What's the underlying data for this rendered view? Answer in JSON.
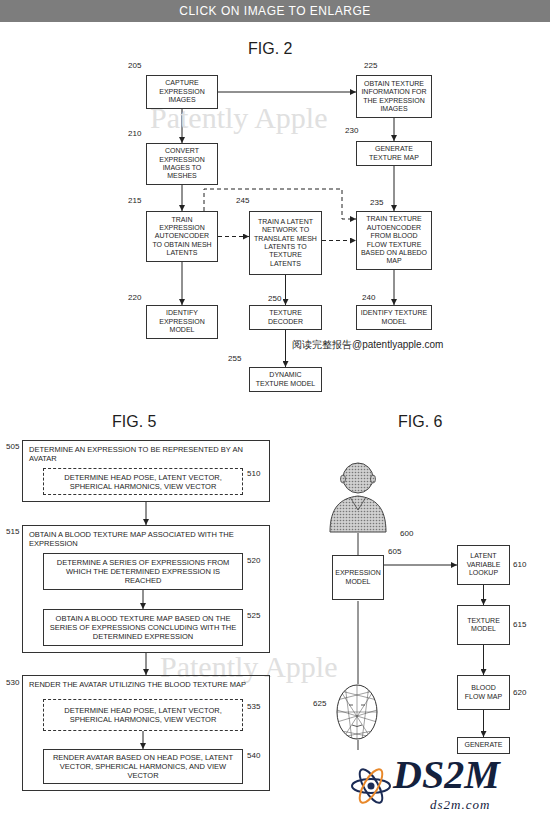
{
  "diagram": {
    "nodes": [
      {
        "text": [
          "CAPTURE EXPRESSION IMAGES"
        ]
      },
      {
        "text": [
          "CONVERT EXPRESSION IMAGES TO MESHES"
        ]
      },
      {
        "text": [
          "TRAIN EXPRESSION AUTOENCODER TO OBTAIN MESH LATENTS"
        ]
      },
      {
        "text": [
          "IDENTIFY EXPRESSION MODEL"
        ]
      },
      {
        "text": [
          "OBTAIN TEXTURE INFORMATION FOR THE EXPRESSION IMAGES"
        ]
      },
      {
        "text": [
          "GENERATE TEXTURE MAP"
        ]
      },
      {
        "text": [
          "TRAIN TEXTURE AUTOENCODER FROM BLOOD FLOW TEXTURE BASED ON ALBEDO MAP"
        ]
      },
      {
        "text": [
          "IDENTIFY TEXTURE MODEL"
        ]
      },
      {
        "text": [
          "TRAIN A LATENT NETWORK TO TRANSLATE MESH LATENTS TO TEXTURE LATENTS"
        ]
      },
      {
        "text": [
          "TEXTURE DECODER"
        ]
      },
      {
        "text": [
          "DYNAMIC TEXTURE MODEL"
        ]
      },
      {
        "text": [
          "DETERMINE AN EXPRESSION TO BE REPRESENTED BY AN AVATAR"
        ]
      },
      {
        "text": [
          "DETERMINE HEAD POSE, LATENT VECTOR, SPHERICAL HARMONICS, VIEW VECTOR"
        ],
        "in": 11
      },
      {
        "text": [
          "OBTAIN A BLOOD TEXTURE MAP ASSOCIATED WITH THE EXPRESSION"
        ]
      },
      {
        "text": [
          "DETERMINE A SERIES OF EXPRESSIONS FROM WHICH THE DETERMINED EXPRESSION IS REACHED"
        ],
        "in": 13
      },
      {
        "text": [
          "OBTAIN A BLOOD TEXTURE MAP BASED ON THE SERIES OF EXPRESSIONS CONCLUDING WITH THE DETERMINED EXPRESSION"
        ],
        "in": 13
      },
      {
        "text": [
          "RENDER THE AVATAR UTILIZING THE BLOOD TEXTURE MAP"
        ]
      },
      {
        "text": [
          "DETERMINE HEAD POSE, LATENT VECTOR, SPHERICAL HARMONICS, VIEW VECTOR"
        ],
        "in": 16
      },
      {
        "text": [
          "RENDER AVATAR BASED ON HEAD POSE, LATENT VECTOR, SPHERICAL HARMONICS, AND VIEW VECTOR"
        ],
        "in": 16
      },
      {
        "text": [
          "EXPRESSION MODEL"
        ]
      },
      {
        "text": [
          "LATENT VARIABLE LOOKUP"
        ]
      },
      {
        "text": [
          "TEXTURE MODEL"
        ]
      },
      {
        "text": [
          "BLOOD FLOW MAP"
        ]
      },
      {
        "text": [
          "GENERATE"
        ]
      }
    ],
    "edges": [
      {
        "from": 0,
        "to": 1,
        "arrow": "to"
      },
      {
        "from": 1,
        "to": 2,
        "arrow": "to"
      },
      {
        "from": 2,
        "to": 3,
        "arrow": "to"
      },
      {
        "from": 0,
        "to": 4,
        "arrow": "to"
      },
      {
        "from": 4,
        "to": 5,
        "arrow": "to"
      },
      {
        "from": 5,
        "to": 6,
        "arrow": "to"
      },
      {
        "from": 6,
        "to": 7,
        "arrow": "to"
      },
      {
        "from": 2,
        "to": 8,
        "arrow": "to"
      },
      {
        "from": 8,
        "to": 6,
        "arrow": "to"
      },
      {
        "from": 2,
        "to": 6,
        "arrow": "to"
      },
      {
        "from": 8,
        "to": 9,
        "arrow": "to"
      },
      {
        "from": 9,
        "to": 10,
        "arrow": "to"
      },
      {
        "from": 11,
        "to": 13,
        "arrow": "to"
      },
      {
        "from": 13,
        "to": 16,
        "arrow": "to"
      },
      {
        "from": 14,
        "to": 15,
        "arrow": "to"
      },
      {
        "from": 17,
        "to": 18,
        "arrow": "to"
      },
      {
        "from": 19,
        "to": 20,
        "arrow": "to"
      },
      {
        "from": 20,
        "to": 21,
        "arrow": "to"
      },
      {
        "from": 21,
        "to": 22,
        "arrow": "to"
      },
      {
        "from": 22,
        "to": 23,
        "arrow": "to"
      }
    ],
    "labels": [
      "CLICK ON IMAGE TO ENLARGE",
      "FIG. 2",
      "205",
      "210",
      "215",
      "220",
      "225",
      "230",
      "235",
      "240",
      "245",
      "250",
      "255",
      "阅读完整报告@patentlyapple.com",
      "Patently Apple",
      "FIG. 5",
      "505",
      "510",
      "515",
      "520",
      "525",
      "530",
      "535",
      "540",
      "Patently Apple",
      "FIG. 6",
      "600",
      "605",
      "610",
      "615",
      "620",
      "625",
      "DS2M",
      "ds2m.com"
    ]
  }
}
